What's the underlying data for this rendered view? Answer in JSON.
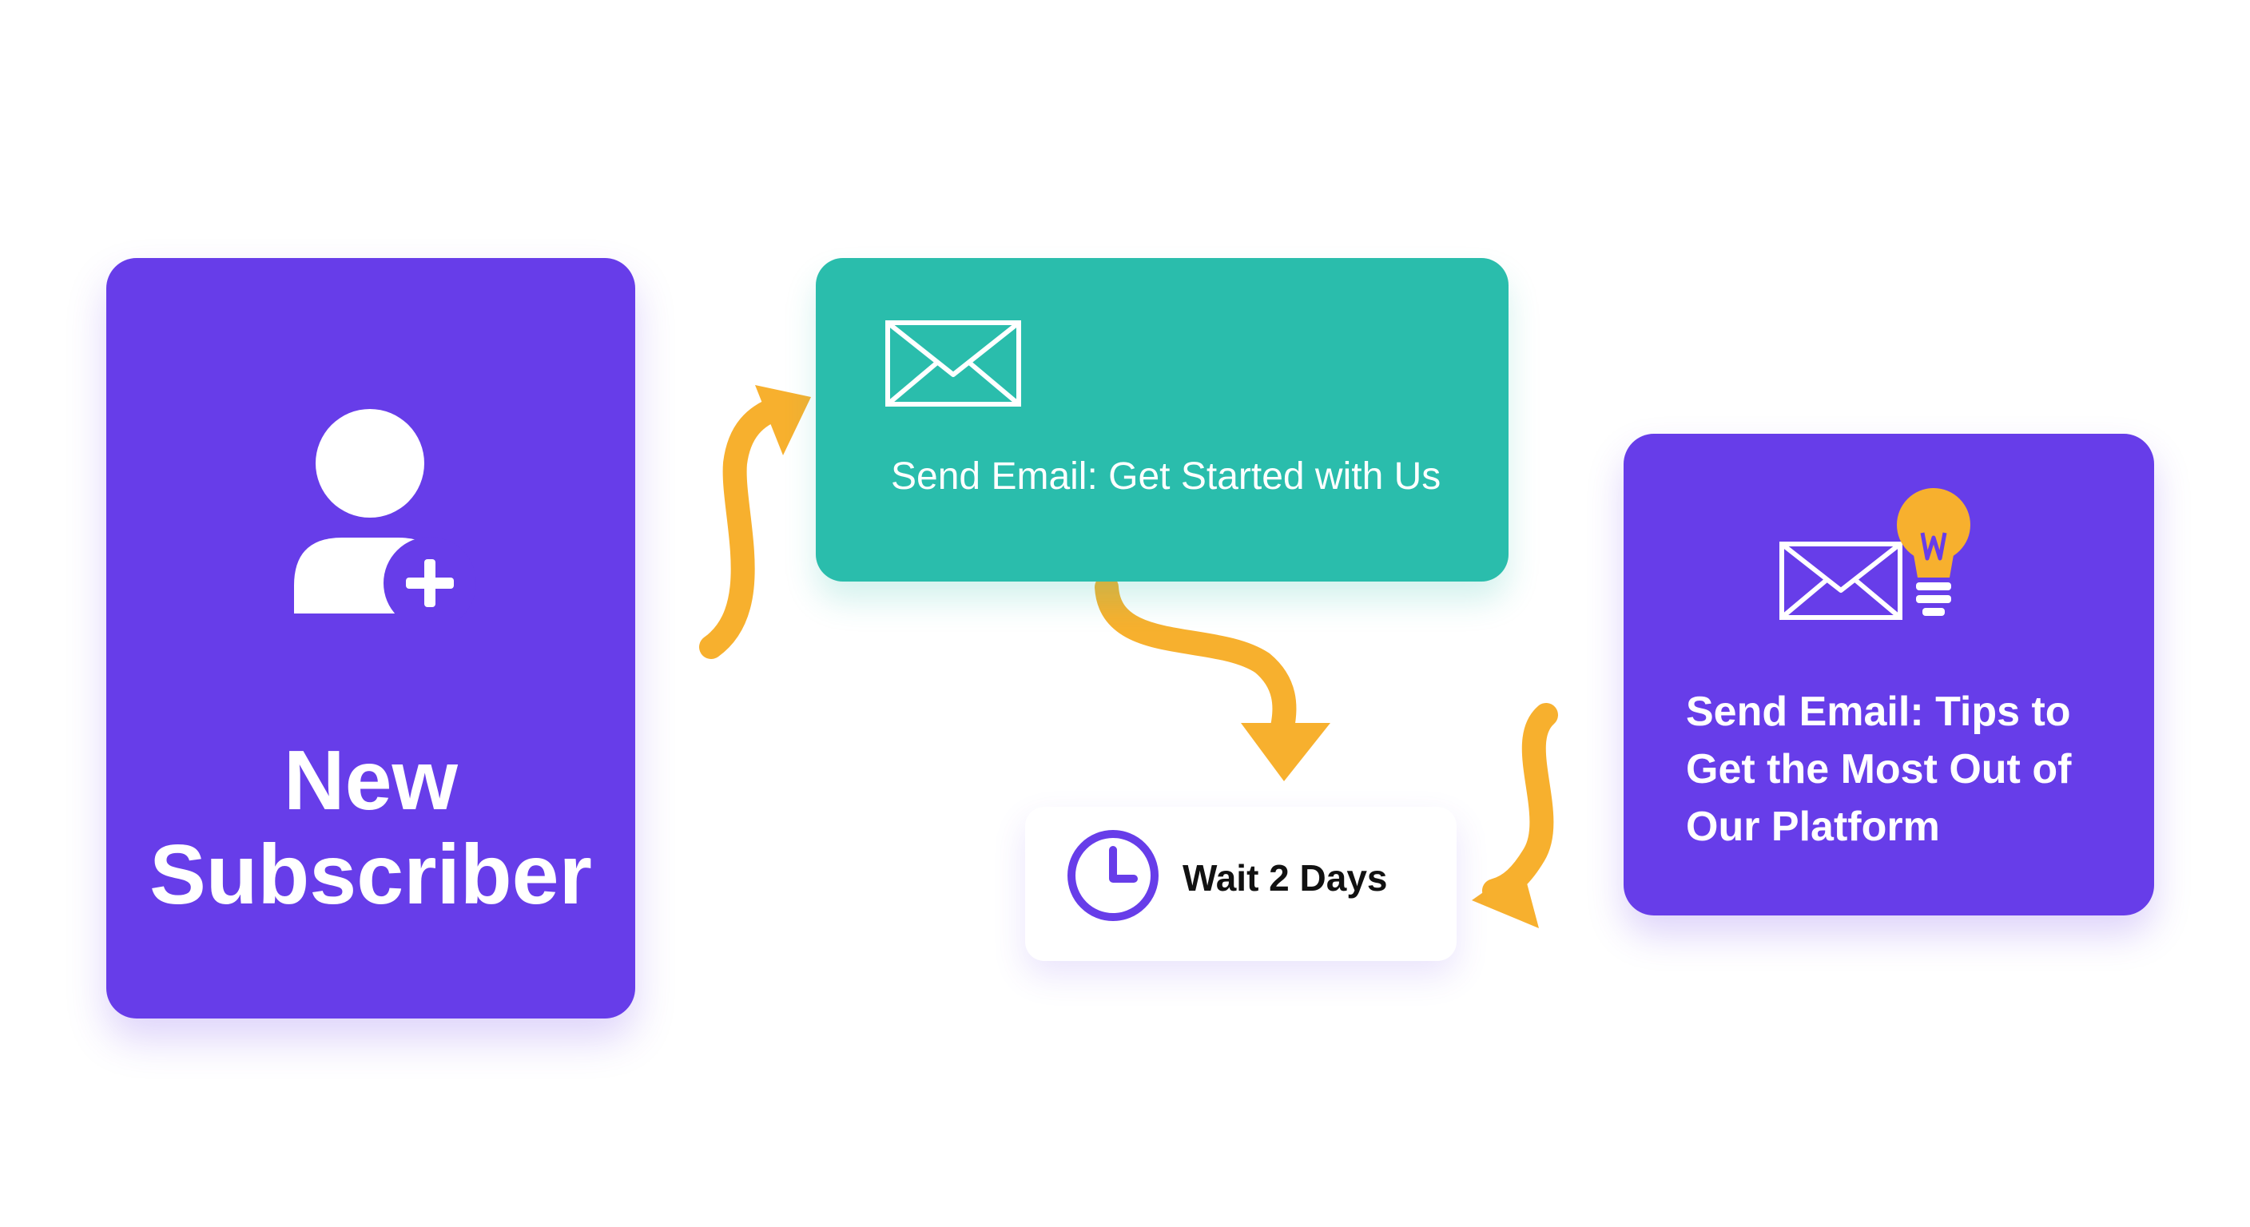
{
  "nodes": {
    "trigger": {
      "title": "New Subscriber",
      "icon": "add-user-icon"
    },
    "email_welcome": {
      "label": "Send Email: Get Started with Us",
      "icon": "envelope-icon"
    },
    "wait": {
      "label": "Wait 2 Days",
      "icon": "clock-icon"
    },
    "email_tips": {
      "label": "Send Email: Tips to Get the Most Out of Our Platform",
      "icon": "envelope-lightbulb-icon"
    }
  },
  "colors": {
    "purple": "#673de9",
    "teal": "#2abdac",
    "arrow": "#f7b02e",
    "white": "#ffffff",
    "text_dark": "#111111"
  }
}
